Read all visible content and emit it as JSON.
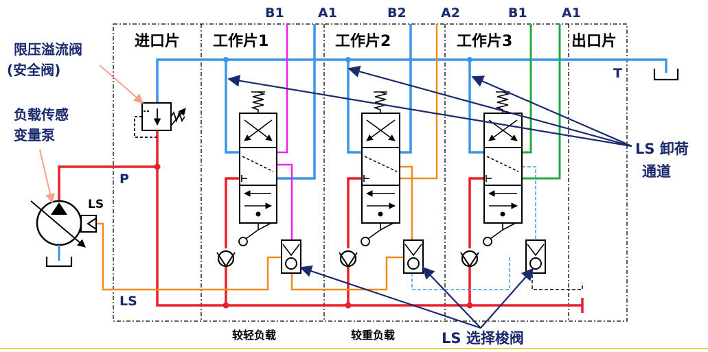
{
  "ports_top": [
    "B1",
    "A1",
    "B2",
    "A2",
    "B1",
    "A1"
  ],
  "sections": [
    "进口片",
    "工作片1",
    "工作片2",
    "工作片3",
    "出口片"
  ],
  "relief_valve": {
    "line1": "限压溢流阀",
    "line2": "(安全阀)"
  },
  "pump": {
    "line1": "负载传感",
    "line2": "变量泵"
  },
  "labels": {
    "P": "P",
    "T": "T",
    "LS_pump": "LS",
    "LS_bottom": "LS"
  },
  "unload_channel": {
    "line1": "LS 卸荷",
    "line2": "通道"
  },
  "bottom": {
    "light_load": "较轻负载",
    "heavy_load": "较重负载",
    "shuttle": "LS 选择梭阀"
  },
  "colors": {
    "pressure": "#e8202a",
    "tank": "#3c96e6",
    "ls_signal": "#f08c1e",
    "work1": "#ee22ee",
    "work2": "#f08c1e",
    "work3": "#22aa44",
    "annotation": "#1a2a6e"
  }
}
